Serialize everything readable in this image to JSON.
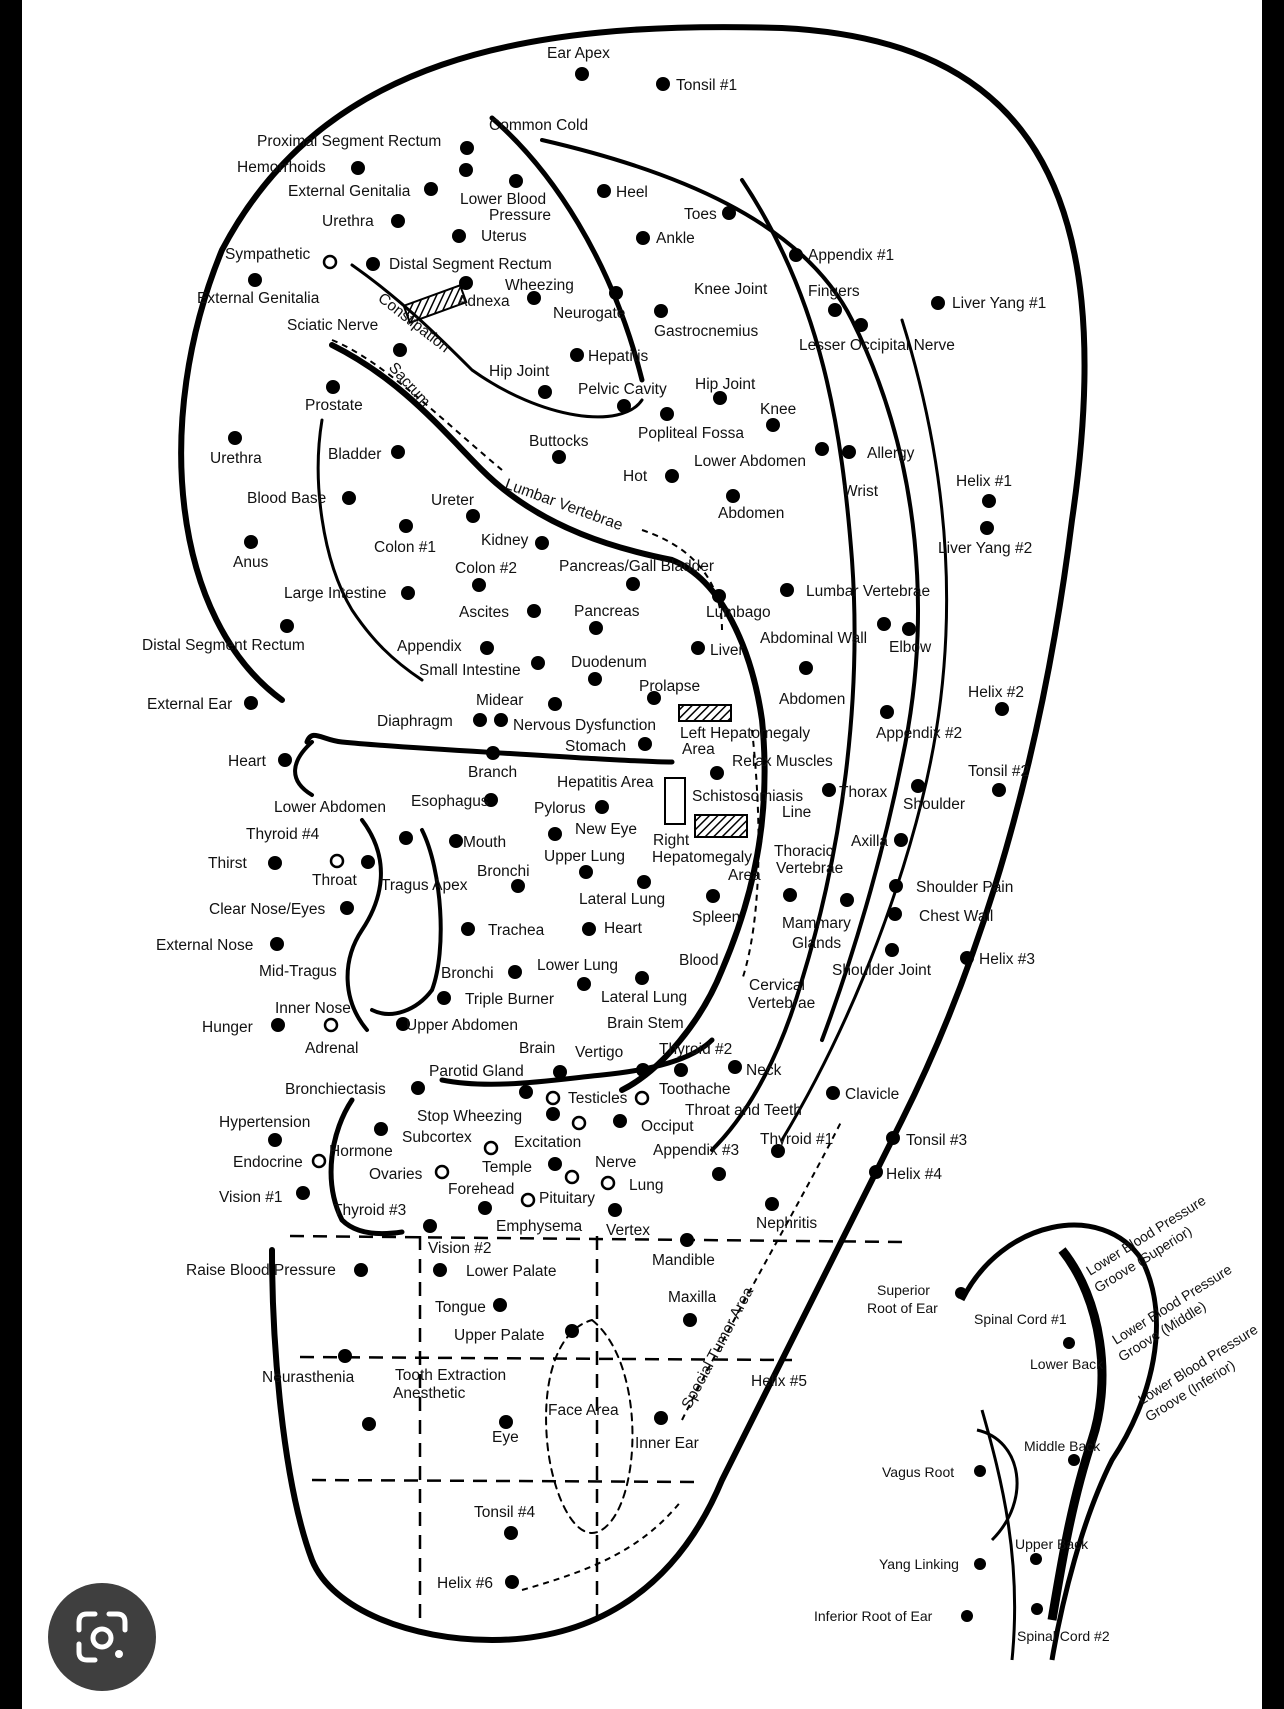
{
  "colors": {
    "ink": "#000000",
    "paper": "#ffffff",
    "frame": "#000000",
    "lens_button": "#3f3f3f"
  },
  "icons": {
    "lens": "google-lens-icon"
  },
  "labels": [
    {
      "id": "ear-apex",
      "text": "Ear Apex"
    },
    {
      "id": "tonsil-1",
      "text": "Tonsil #1"
    },
    {
      "id": "common-cold",
      "text": "Common Cold"
    },
    {
      "id": "proximal-segment-rectum",
      "text": "Proximal Segment Rectum"
    },
    {
      "id": "hemorrhoids",
      "text": "Hemorrhoids"
    },
    {
      "id": "external-genitalia-top",
      "text": "External Genitalia"
    },
    {
      "id": "lower-blood-pressure-1",
      "text": "Lower Blood"
    },
    {
      "id": "lower-blood-pressure-2",
      "text": "Pressure"
    },
    {
      "id": "heel",
      "text": "Heel"
    },
    {
      "id": "toes",
      "text": "Toes"
    },
    {
      "id": "urethra-top",
      "text": "Urethra"
    },
    {
      "id": "uterus",
      "text": "Uterus"
    },
    {
      "id": "ankle",
      "text": "Ankle"
    },
    {
      "id": "appendix-1",
      "text": "Appendix #1"
    },
    {
      "id": "sympathetic",
      "text": "Sympathetic"
    },
    {
      "id": "distal-segment-rectum-top",
      "text": "Distal Segment Rectum"
    },
    {
      "id": "wheezing",
      "text": "Wheezing"
    },
    {
      "id": "knee-joint",
      "text": "Knee Joint"
    },
    {
      "id": "fingers",
      "text": "Fingers"
    },
    {
      "id": "liver-yang-1",
      "text": "Liver Yang #1"
    },
    {
      "id": "external-genitalia-left",
      "text": "External Genitalia"
    },
    {
      "id": "adnexa",
      "text": "Adnexa"
    },
    {
      "id": "neurogate",
      "text": "Neurogate"
    },
    {
      "id": "gastrocnemius",
      "text": "Gastrocnemius"
    },
    {
      "id": "sciatic-nerve",
      "text": "Sciatic Nerve"
    },
    {
      "id": "constipation",
      "text": "Constipation"
    },
    {
      "id": "lesser-occipital-nerve",
      "text": "Lesser Occipital Nerve"
    },
    {
      "id": "hepatitis",
      "text": "Hepatitis"
    },
    {
      "id": "hip-joint-left",
      "text": "Hip Joint"
    },
    {
      "id": "sacrum",
      "text": "Sacrum"
    },
    {
      "id": "pelvic-cavity",
      "text": "Pelvic Cavity"
    },
    {
      "id": "hip-joint-right",
      "text": "Hip Joint"
    },
    {
      "id": "prostate",
      "text": "Prostate"
    },
    {
      "id": "knee",
      "text": "Knee"
    },
    {
      "id": "popliteal-fossa",
      "text": "Popliteal Fossa"
    },
    {
      "id": "buttocks",
      "text": "Buttocks"
    },
    {
      "id": "urethra-left",
      "text": "Urethra"
    },
    {
      "id": "bladder",
      "text": "Bladder"
    },
    {
      "id": "lower-abdomen-top",
      "text": "Lower Abdomen"
    },
    {
      "id": "allergy",
      "text": "Allergy"
    },
    {
      "id": "hot",
      "text": "Hot"
    },
    {
      "id": "helix-1",
      "text": "Helix #1"
    },
    {
      "id": "wrist",
      "text": "Wrist"
    },
    {
      "id": "blood-base",
      "text": "Blood Base"
    },
    {
      "id": "ureter",
      "text": "Ureter"
    },
    {
      "id": "lumbar-vertebrae-path",
      "text": "Lumbar Vertebrae"
    },
    {
      "id": "abdomen-top",
      "text": "Abdomen"
    },
    {
      "id": "kidney",
      "text": "Kidney"
    },
    {
      "id": "colon-1",
      "text": "Colon #1"
    },
    {
      "id": "liver-yang-2",
      "text": "Liver Yang #2"
    },
    {
      "id": "anus",
      "text": "Anus"
    },
    {
      "id": "colon-2",
      "text": "Colon #2"
    },
    {
      "id": "pancreas-gall-bladder",
      "text": "Pancreas/Gall Bladder"
    },
    {
      "id": "lumbar-vertebrae-right",
      "text": "Lumbar Vertebrae"
    },
    {
      "id": "large-intestine",
      "text": "Large Intestine"
    },
    {
      "id": "ascites",
      "text": "Ascites"
    },
    {
      "id": "pancreas",
      "text": "Pancreas"
    },
    {
      "id": "lumbago",
      "text": "Lumbago"
    },
    {
      "id": "abdominal-wall",
      "text": "Abdominal Wall"
    },
    {
      "id": "elbow",
      "text": "Elbow"
    },
    {
      "id": "distal-segment-rectum-left",
      "text": "Distal Segment Rectum"
    },
    {
      "id": "appendix-mid",
      "text": "Appendix"
    },
    {
      "id": "liver",
      "text": "Liver"
    },
    {
      "id": "small-intestine",
      "text": "Small Intestine"
    },
    {
      "id": "duodenum",
      "text": "Duodenum"
    },
    {
      "id": "prolapse",
      "text": "Prolapse"
    },
    {
      "id": "abdomen-right",
      "text": "Abdomen"
    },
    {
      "id": "helix-2",
      "text": "Helix #2"
    },
    {
      "id": "external-ear",
      "text": "External Ear"
    },
    {
      "id": "midear",
      "text": "Midear"
    },
    {
      "id": "diaphragm",
      "text": "Diaphragm"
    },
    {
      "id": "nervous-dysfunction",
      "text": "Nervous Dysfunction"
    },
    {
      "id": "left-hepatomegaly-1",
      "text": "Left Hepatomegaly"
    },
    {
      "id": "left-hepatomegaly-2",
      "text": "Area"
    },
    {
      "id": "appendix-2",
      "text": "Appendix #2"
    },
    {
      "id": "stomach",
      "text": "Stomach"
    },
    {
      "id": "heart-left",
      "text": "Heart"
    },
    {
      "id": "relax-muscles",
      "text": "Relax Muscles"
    },
    {
      "id": "branch",
      "text": "Branch"
    },
    {
      "id": "tonsil-2",
      "text": "Tonsil #2"
    },
    {
      "id": "hepatitis-area",
      "text": "Hepatitis Area"
    },
    {
      "id": "thorax",
      "text": "Thorax"
    },
    {
      "id": "schistosomiasis-1",
      "text": "Schistosomiasis"
    },
    {
      "id": "schistosomiasis-2",
      "text": "Line"
    },
    {
      "id": "shoulder",
      "text": "Shoulder"
    },
    {
      "id": "lower-abdomen-left",
      "text": "Lower Abdomen"
    },
    {
      "id": "esophagus",
      "text": "Esophagus"
    },
    {
      "id": "pylorus",
      "text": "Pylorus"
    },
    {
      "id": "new-eye",
      "text": "New Eye"
    },
    {
      "id": "thyroid-4",
      "text": "Thyroid #4"
    },
    {
      "id": "mouth",
      "text": "Mouth"
    },
    {
      "id": "right-hepatomegaly-1",
      "text": "Right"
    },
    {
      "id": "right-hepatomegaly-2",
      "text": "Hepatomegaly"
    },
    {
      "id": "right-hepatomegaly-3",
      "text": "Area"
    },
    {
      "id": "axilla",
      "text": "Axilla"
    },
    {
      "id": "upper-lung",
      "text": "Upper Lung"
    },
    {
      "id": "thoracic-vertebrae-1",
      "text": "Thoracic"
    },
    {
      "id": "thoracic-vertebrae-2",
      "text": "Vertebrae"
    },
    {
      "id": "thirst",
      "text": "Thirst"
    },
    {
      "id": "throat",
      "text": "Throat"
    },
    {
      "id": "bronchi-top",
      "text": "Bronchi"
    },
    {
      "id": "tragus-apex",
      "text": "Tragus Apex"
    },
    {
      "id": "shoulder-pain",
      "text": "Shoulder Pain"
    },
    {
      "id": "lateral-lung-top",
      "text": "Lateral Lung"
    },
    {
      "id": "clear-nose-eyes",
      "text": "Clear Nose/Eyes"
    },
    {
      "id": "chest-wall",
      "text": "Chest Wall"
    },
    {
      "id": "spleen",
      "text": "Spleen"
    },
    {
      "id": "mammary-glands-1",
      "text": "Mammary"
    },
    {
      "id": "mammary-glands-2",
      "text": "Glands"
    },
    {
      "id": "trachea",
      "text": "Trachea"
    },
    {
      "id": "heart-mid",
      "text": "Heart"
    },
    {
      "id": "external-nose",
      "text": "External Nose"
    },
    {
      "id": "blood",
      "text": "Blood"
    },
    {
      "id": "helix-3",
      "text": "Helix #3"
    },
    {
      "id": "mid-tragus",
      "text": "Mid-Tragus"
    },
    {
      "id": "lower-lung",
      "text": "Lower Lung"
    },
    {
      "id": "bronchi-lower",
      "text": "Bronchi"
    },
    {
      "id": "shoulder-joint",
      "text": "Shoulder Joint"
    },
    {
      "id": "cervical-vertebrae-1",
      "text": "Cervical"
    },
    {
      "id": "cervical-vertebrae-2",
      "text": "Vertebrae"
    },
    {
      "id": "lateral-lung-lower",
      "text": "Lateral Lung"
    },
    {
      "id": "triple-burner",
      "text": "Triple Burner"
    },
    {
      "id": "inner-nose",
      "text": "Inner Nose"
    },
    {
      "id": "brain-stem",
      "text": "Brain Stem"
    },
    {
      "id": "upper-abdomen",
      "text": "Upper Abdomen"
    },
    {
      "id": "hunger",
      "text": "Hunger"
    },
    {
      "id": "adrenal",
      "text": "Adrenal"
    },
    {
      "id": "brain",
      "text": "Brain"
    },
    {
      "id": "vertigo",
      "text": "Vertigo"
    },
    {
      "id": "thyroid-2",
      "text": "Thyroid #2"
    },
    {
      "id": "neck",
      "text": "Neck"
    },
    {
      "id": "parotid-gland",
      "text": "Parotid Gland"
    },
    {
      "id": "toothache",
      "text": "Toothache"
    },
    {
      "id": "bronchiectasis",
      "text": "Bronchiectasis"
    },
    {
      "id": "testicles",
      "text": "Testicles"
    },
    {
      "id": "clavicle",
      "text": "Clavicle"
    },
    {
      "id": "throat-and-teeth",
      "text": "Throat and Teeth"
    },
    {
      "id": "stop-wheezing",
      "text": "Stop Wheezing"
    },
    {
      "id": "occiput",
      "text": "Occiput"
    },
    {
      "id": "hypertension",
      "text": "Hypertension"
    },
    {
      "id": "subcortex",
      "text": "Subcortex"
    },
    {
      "id": "excitation",
      "text": "Excitation"
    },
    {
      "id": "thyroid-1",
      "text": "Thyroid #1"
    },
    {
      "id": "tonsil-3",
      "text": "Tonsil #3"
    },
    {
      "id": "appendix-3",
      "text": "Appendix #3"
    },
    {
      "id": "hormone",
      "text": "Hormone"
    },
    {
      "id": "nerve",
      "text": "Nerve"
    },
    {
      "id": "endocrine",
      "text": "Endocrine"
    },
    {
      "id": "temple",
      "text": "Temple"
    },
    {
      "id": "ovaries",
      "text": "Ovaries"
    },
    {
      "id": "helix-4",
      "text": "Helix #4"
    },
    {
      "id": "lung",
      "text": "Lung"
    },
    {
      "id": "forehead",
      "text": "Forehead"
    },
    {
      "id": "vision-1",
      "text": "Vision #1"
    },
    {
      "id": "pituitary",
      "text": "Pituitary"
    },
    {
      "id": "thyroid-3",
      "text": "Thyroid #3"
    },
    {
      "id": "nephritis",
      "text": "Nephritis"
    },
    {
      "id": "emphysema",
      "text": "Emphysema"
    },
    {
      "id": "vertex",
      "text": "Vertex"
    },
    {
      "id": "vision-2",
      "text": "Vision #2"
    },
    {
      "id": "mandible",
      "text": "Mandible"
    },
    {
      "id": "raise-blood-pressure",
      "text": "Raise Blood Pressure"
    },
    {
      "id": "lower-palate",
      "text": "Lower Palate"
    },
    {
      "id": "maxilla",
      "text": "Maxilla"
    },
    {
      "id": "special-tumor-area",
      "text": "Special Tumor Area"
    },
    {
      "id": "tongue",
      "text": "Tongue"
    },
    {
      "id": "upper-palate",
      "text": "Upper Palate"
    },
    {
      "id": "tooth-extraction-1",
      "text": "Tooth Extraction"
    },
    {
      "id": "tooth-extraction-2",
      "text": "Anesthetic"
    },
    {
      "id": "neurasthenia",
      "text": "Neurasthenia"
    },
    {
      "id": "helix-5",
      "text": "Helix #5"
    },
    {
      "id": "face-area",
      "text": "Face Area"
    },
    {
      "id": "eye",
      "text": "Eye"
    },
    {
      "id": "inner-ear",
      "text": "Inner Ear"
    },
    {
      "id": "tonsil-4",
      "text": "Tonsil #4"
    },
    {
      "id": "helix-6",
      "text": "Helix #6"
    },
    {
      "id": "superior-root-1",
      "text": "Superior"
    },
    {
      "id": "superior-root-2",
      "text": "Root of Ear"
    },
    {
      "id": "spinal-cord-1",
      "text": "Spinal Cord #1"
    },
    {
      "id": "lower-back",
      "text": "Lower Back"
    },
    {
      "id": "middle-back",
      "text": "Middle Back"
    },
    {
      "id": "vagus-root",
      "text": "Vagus Root"
    },
    {
      "id": "upper-back",
      "text": "Upper Back"
    },
    {
      "id": "yang-linking",
      "text": "Yang Linking"
    },
    {
      "id": "inferior-root",
      "text": "Inferior Root of Ear"
    },
    {
      "id": "spinal-cord-2",
      "text": "Spinal Cord #2"
    },
    {
      "id": "lbp-superior-1",
      "text": "Lower Blood Pressure"
    },
    {
      "id": "lbp-superior-2",
      "text": "Groove (Superior)"
    },
    {
      "id": "lbp-middle-1",
      "text": "Lower Blood Pressure"
    },
    {
      "id": "lbp-middle-2",
      "text": "Groove (Middle)"
    },
    {
      "id": "lbp-inferior-1",
      "text": "Lower Blood Pressure"
    },
    {
      "id": "lbp-inferior-2",
      "text": "Groove (Inferior)"
    }
  ]
}
